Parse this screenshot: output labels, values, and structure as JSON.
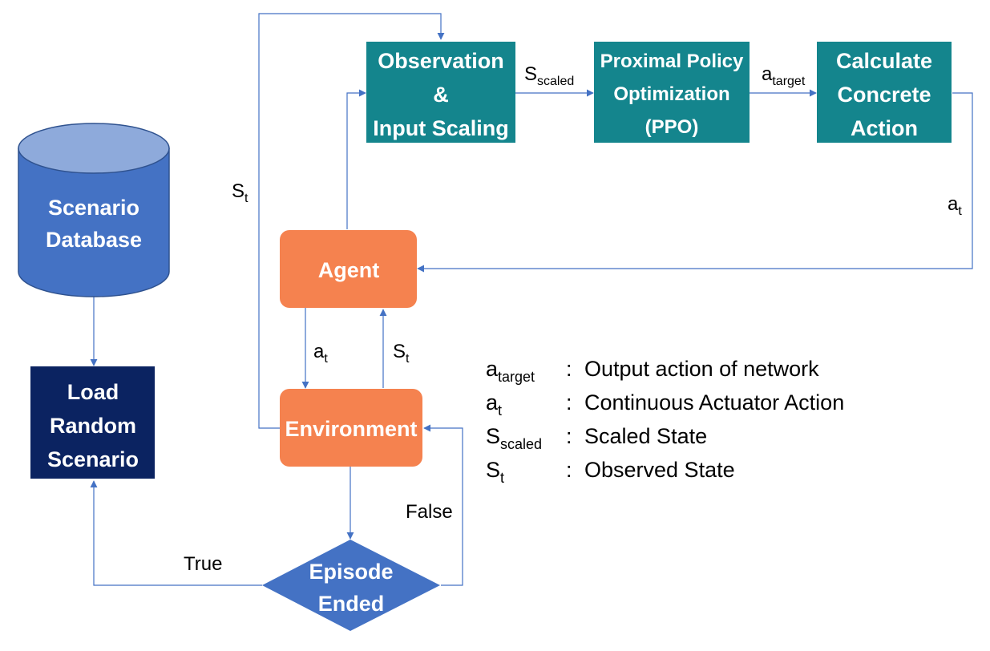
{
  "nodes": {
    "database": {
      "lines": [
        "Scenario",
        "Database"
      ]
    },
    "load": {
      "lines": [
        "Load",
        "Random",
        "Scenario"
      ]
    },
    "observation": {
      "lines": [
        "Observation",
        "&",
        "Input Scaling"
      ]
    },
    "ppo": {
      "lines": [
        "Proximal Policy",
        "Optimization",
        "(PPO)"
      ]
    },
    "action": {
      "lines": [
        "Calculate",
        "Concrete",
        "Action"
      ]
    },
    "agent": {
      "label": "Agent"
    },
    "environment": {
      "label": "Environment"
    },
    "episode": {
      "lines": [
        "Episode",
        "Ended"
      ]
    }
  },
  "edge_labels": {
    "s_scaled": {
      "base": "S",
      "sub": "scaled"
    },
    "a_target": {
      "base": "a",
      "sub": "target"
    },
    "a_t_right": {
      "base": "a",
      "sub": "t"
    },
    "s_t_left": {
      "base": "S",
      "sub": "t"
    },
    "a_t_down": {
      "base": "a",
      "sub": "t"
    },
    "s_t_up": {
      "base": "S",
      "sub": "t"
    },
    "true": "True",
    "false": "False"
  },
  "legend": [
    {
      "base": "a",
      "sub": "target",
      "sep": ":",
      "desc": "Output action of network"
    },
    {
      "base": "a",
      "sub": "t",
      "sep": ":",
      "desc": "Continuous Actuator Action"
    },
    {
      "base": "S",
      "sub": "scaled",
      "sep": ":",
      "desc": "Scaled State"
    },
    {
      "base": "S",
      "sub": "t",
      "sep": ":",
      "desc": "Observed State"
    }
  ],
  "colors": {
    "teal": "#14858D",
    "orange": "#F5824F",
    "navy": "#0B2361",
    "blue": "#4472C4",
    "cylinder_top": "#8EAADB",
    "arrow": "#4472C4"
  }
}
